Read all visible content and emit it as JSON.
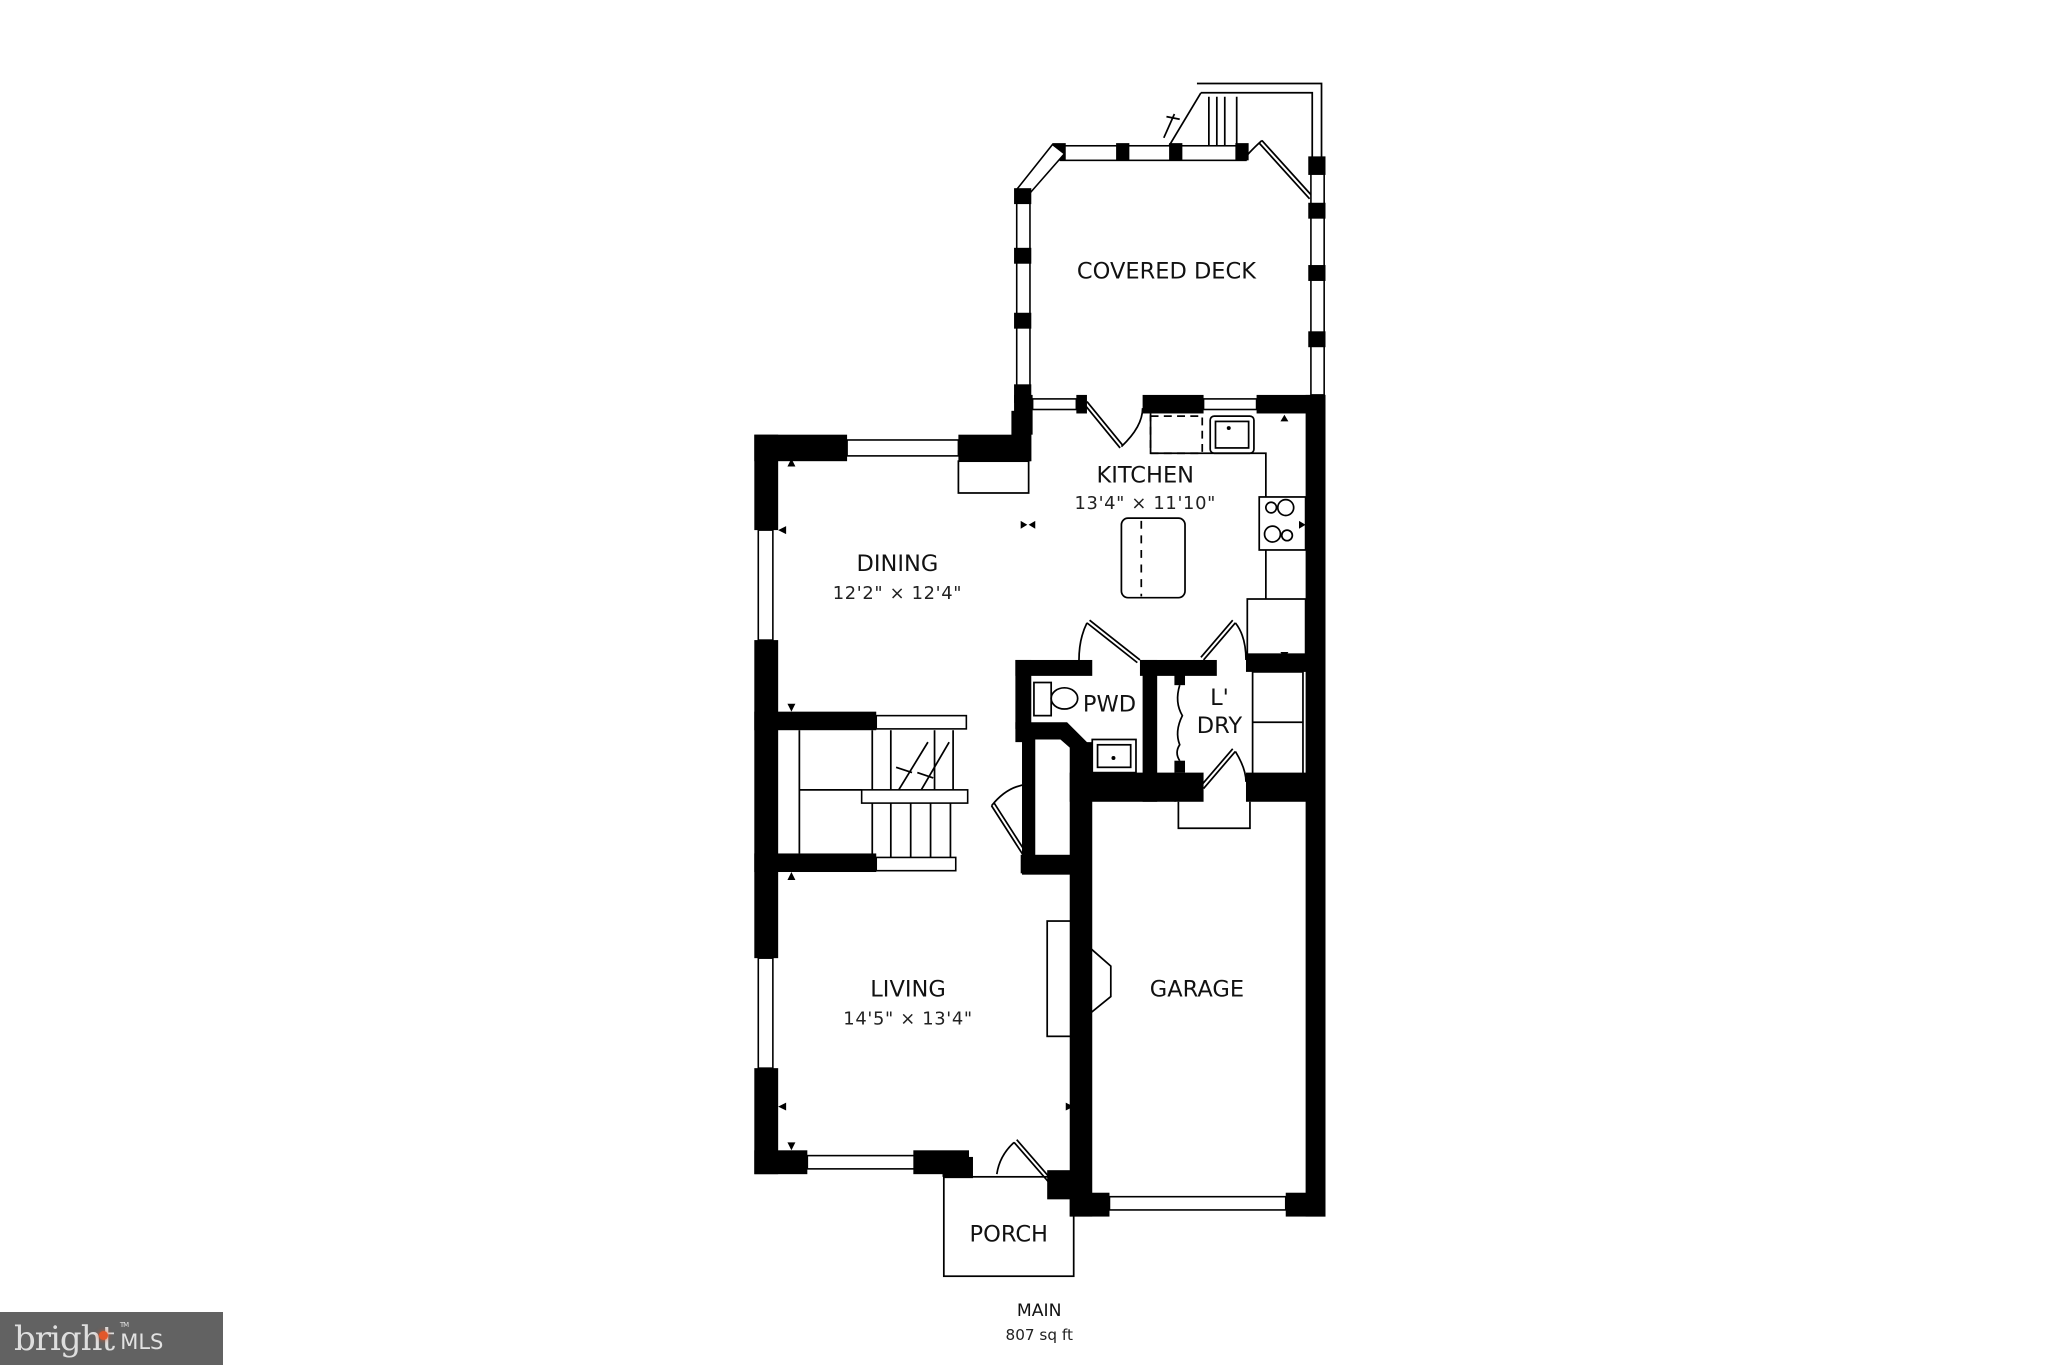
{
  "floor": {
    "name": "MAIN",
    "area": "807 sq ft"
  },
  "rooms": {
    "covered_deck": {
      "label": "COVERED DECK"
    },
    "kitchen": {
      "label": "KITCHEN",
      "dims": "13'4\" × 11'10\""
    },
    "dining": {
      "label": "DINING",
      "dims": "12'2\" × 12'4\""
    },
    "powder": {
      "label": "PWD"
    },
    "laundry": {
      "label_line1": "L'",
      "label_line2": "DRY"
    },
    "living": {
      "label": "LIVING",
      "dims": "14'5\" × 13'4\""
    },
    "garage": {
      "label": "GARAGE"
    },
    "porch": {
      "label": "PORCH"
    }
  },
  "watermark": {
    "brand": "bright",
    "suffix": "MLS",
    "trademark": "TM",
    "background_color": "#626262",
    "accent_color": "#e2572b"
  }
}
